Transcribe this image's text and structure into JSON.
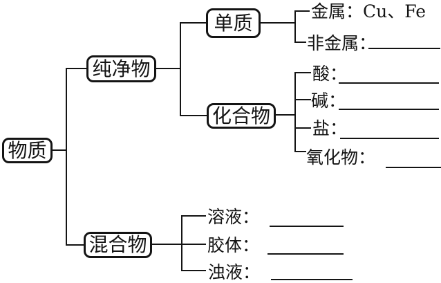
{
  "diagram": {
    "nodes": {
      "root": "物质",
      "pure": "纯净物",
      "mixture": "混合物",
      "element": "单质",
      "compound": "化合物"
    },
    "leaves": {
      "metal": {
        "label": "金属：",
        "value": "Cu、Fe"
      },
      "nonmetal": {
        "label": "非金属：",
        "value": ""
      },
      "acid": {
        "label": "酸：",
        "value": ""
      },
      "base": {
        "label": "碱：",
        "value": ""
      },
      "salt": {
        "label": "盐：",
        "value": ""
      },
      "oxide": {
        "label": "氧化物：",
        "value": ""
      },
      "solution": {
        "label": "溶液：",
        "value": ""
      },
      "colloid": {
        "label": "胶体：",
        "value": ""
      },
      "turbid": {
        "label": "浊液：",
        "value": ""
      }
    },
    "colors": {
      "ink": "#141414",
      "paper": "#ffffff"
    }
  }
}
